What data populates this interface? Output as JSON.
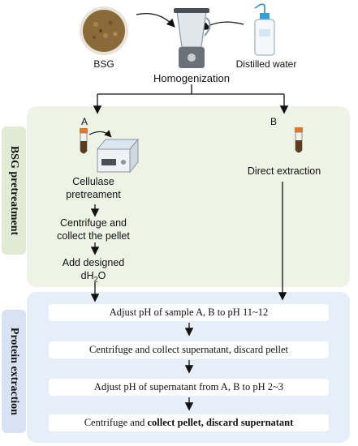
{
  "top": {
    "bsg_label": "BSG",
    "water_label": "Distilled water",
    "homogenization_label": "Homogenization"
  },
  "branch_a": {
    "letter": "A",
    "cellulase": "Cellulase pretreament",
    "centrifuge": "Centrifuge and collect the pellet",
    "add_prefix": "Add designed",
    "add_water": "dH",
    "add_water_sub": "2",
    "add_water_end": "O"
  },
  "branch_b": {
    "letter": "B",
    "direct": "Direct extraction"
  },
  "sections": {
    "pretreatment": "BSG pretreatment",
    "extraction": "Protein extraction"
  },
  "steps": {
    "s1": "Adjust pH of sample A, B to pH 11~12",
    "s2": "Centrifuge and collect supernatant, discard pellet",
    "s3": "Adjust pH of supernatant from A, B to pH 2~3",
    "s4_plain": "Centrifuge and ",
    "s4_bold": "collect pellet, discard supernatant"
  },
  "colors": {
    "pretreatment_bg": "#eef3e6",
    "extraction_bg": "#e6eef8",
    "bsg_brown": "#8b6a3a",
    "tube_cap": "#e07a2a"
  }
}
